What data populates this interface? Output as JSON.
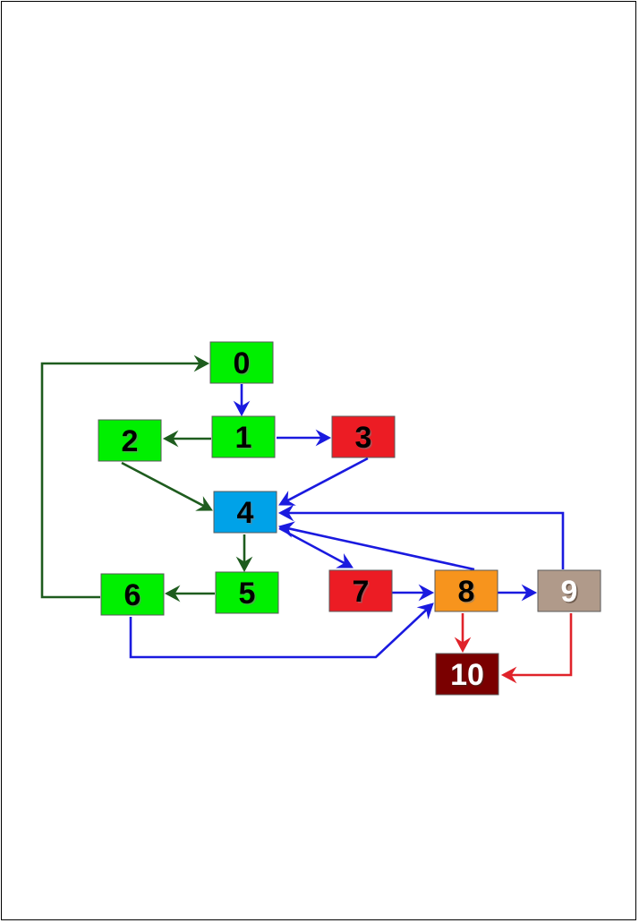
{
  "colors": {
    "green_node": "#00f000",
    "red_node": "#ec1c24",
    "blue_node": "#00a2e8",
    "orange_node": "#f7941d",
    "tan_node": "#b09a8a",
    "maroon_node": "#7a0000",
    "edge_blue": "#1a1adf",
    "edge_green": "#1e5c1e",
    "edge_red": "#e0232a"
  },
  "nodes": [
    {
      "id": "0",
      "label": "0",
      "fill": "#00f000",
      "text_color": "#000000"
    },
    {
      "id": "1",
      "label": "1",
      "fill": "#00f000",
      "text_color": "#000000"
    },
    {
      "id": "2",
      "label": "2",
      "fill": "#00f000",
      "text_color": "#000000"
    },
    {
      "id": "3",
      "label": "3",
      "fill": "#ec1c24",
      "text_color": "#000000"
    },
    {
      "id": "4",
      "label": "4",
      "fill": "#00a2e8",
      "text_color": "#000000"
    },
    {
      "id": "5",
      "label": "5",
      "fill": "#00f000",
      "text_color": "#000000"
    },
    {
      "id": "6",
      "label": "6",
      "fill": "#00f000",
      "text_color": "#000000"
    },
    {
      "id": "7",
      "label": "7",
      "fill": "#ec1c24",
      "text_color": "#000000"
    },
    {
      "id": "8",
      "label": "8",
      "fill": "#f7941d",
      "text_color": "#000000"
    },
    {
      "id": "9",
      "label": "9",
      "fill": "#b09a8a",
      "text_color": "#ffffff"
    },
    {
      "id": "10",
      "label": "10",
      "fill": "#7a0000",
      "text_color": "#ffffff"
    }
  ],
  "edges": [
    {
      "from": "0",
      "to": "1",
      "color": "#1a1adf"
    },
    {
      "from": "1",
      "to": "2",
      "color": "#1e5c1e"
    },
    {
      "from": "1",
      "to": "3",
      "color": "#1a1adf"
    },
    {
      "from": "2",
      "to": "4",
      "color": "#1e5c1e"
    },
    {
      "from": "3",
      "to": "4",
      "color": "#1a1adf"
    },
    {
      "from": "4",
      "to": "5",
      "color": "#1e5c1e"
    },
    {
      "from": "4",
      "to": "7",
      "color": "#1a1adf"
    },
    {
      "from": "5",
      "to": "6",
      "color": "#1e5c1e"
    },
    {
      "from": "6",
      "to": "0",
      "color": "#1e5c1e"
    },
    {
      "from": "6",
      "to": "8",
      "color": "#1a1adf"
    },
    {
      "from": "7",
      "to": "8",
      "color": "#1a1adf"
    },
    {
      "from": "8",
      "to": "4",
      "color": "#1a1adf"
    },
    {
      "from": "8",
      "to": "9",
      "color": "#1a1adf"
    },
    {
      "from": "8",
      "to": "10",
      "color": "#e0232a"
    },
    {
      "from": "9",
      "to": "4",
      "color": "#1a1adf"
    },
    {
      "from": "9",
      "to": "10",
      "color": "#e0232a"
    }
  ]
}
